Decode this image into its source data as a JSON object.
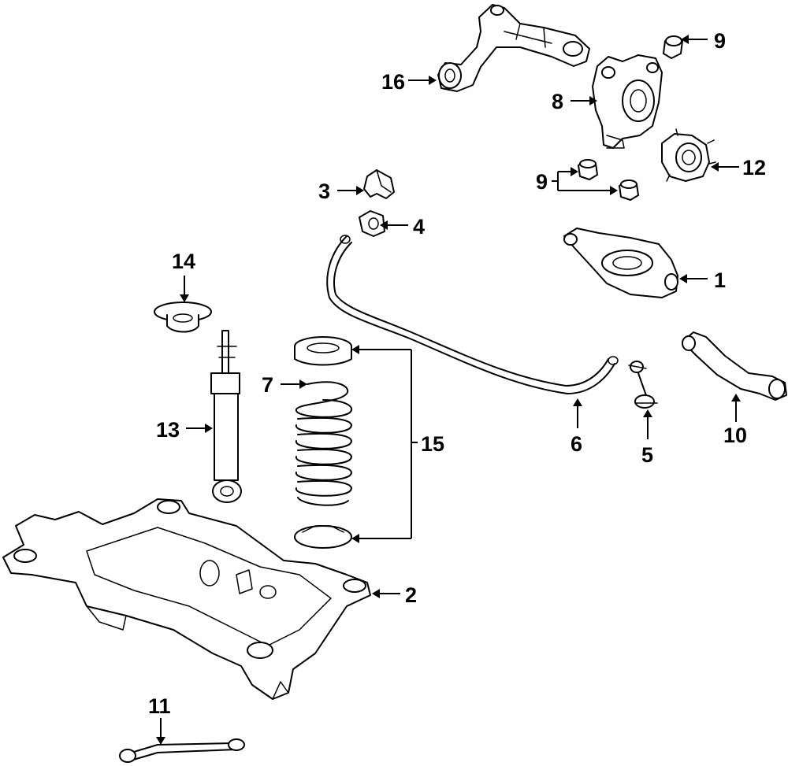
{
  "diagram": {
    "callouts": [
      {
        "id": "1",
        "label": "1"
      },
      {
        "id": "2",
        "label": "2"
      },
      {
        "id": "3",
        "label": "3"
      },
      {
        "id": "4",
        "label": "4"
      },
      {
        "id": "5",
        "label": "5"
      },
      {
        "id": "6",
        "label": "6"
      },
      {
        "id": "7",
        "label": "7"
      },
      {
        "id": "8",
        "label": "8"
      },
      {
        "id": "9a",
        "label": "9"
      },
      {
        "id": "9b",
        "label": "9"
      },
      {
        "id": "10",
        "label": "10"
      },
      {
        "id": "11",
        "label": "11"
      },
      {
        "id": "12",
        "label": "12"
      },
      {
        "id": "13",
        "label": "13"
      },
      {
        "id": "14",
        "label": "14"
      },
      {
        "id": "15",
        "label": "15"
      },
      {
        "id": "16",
        "label": "16"
      }
    ]
  }
}
